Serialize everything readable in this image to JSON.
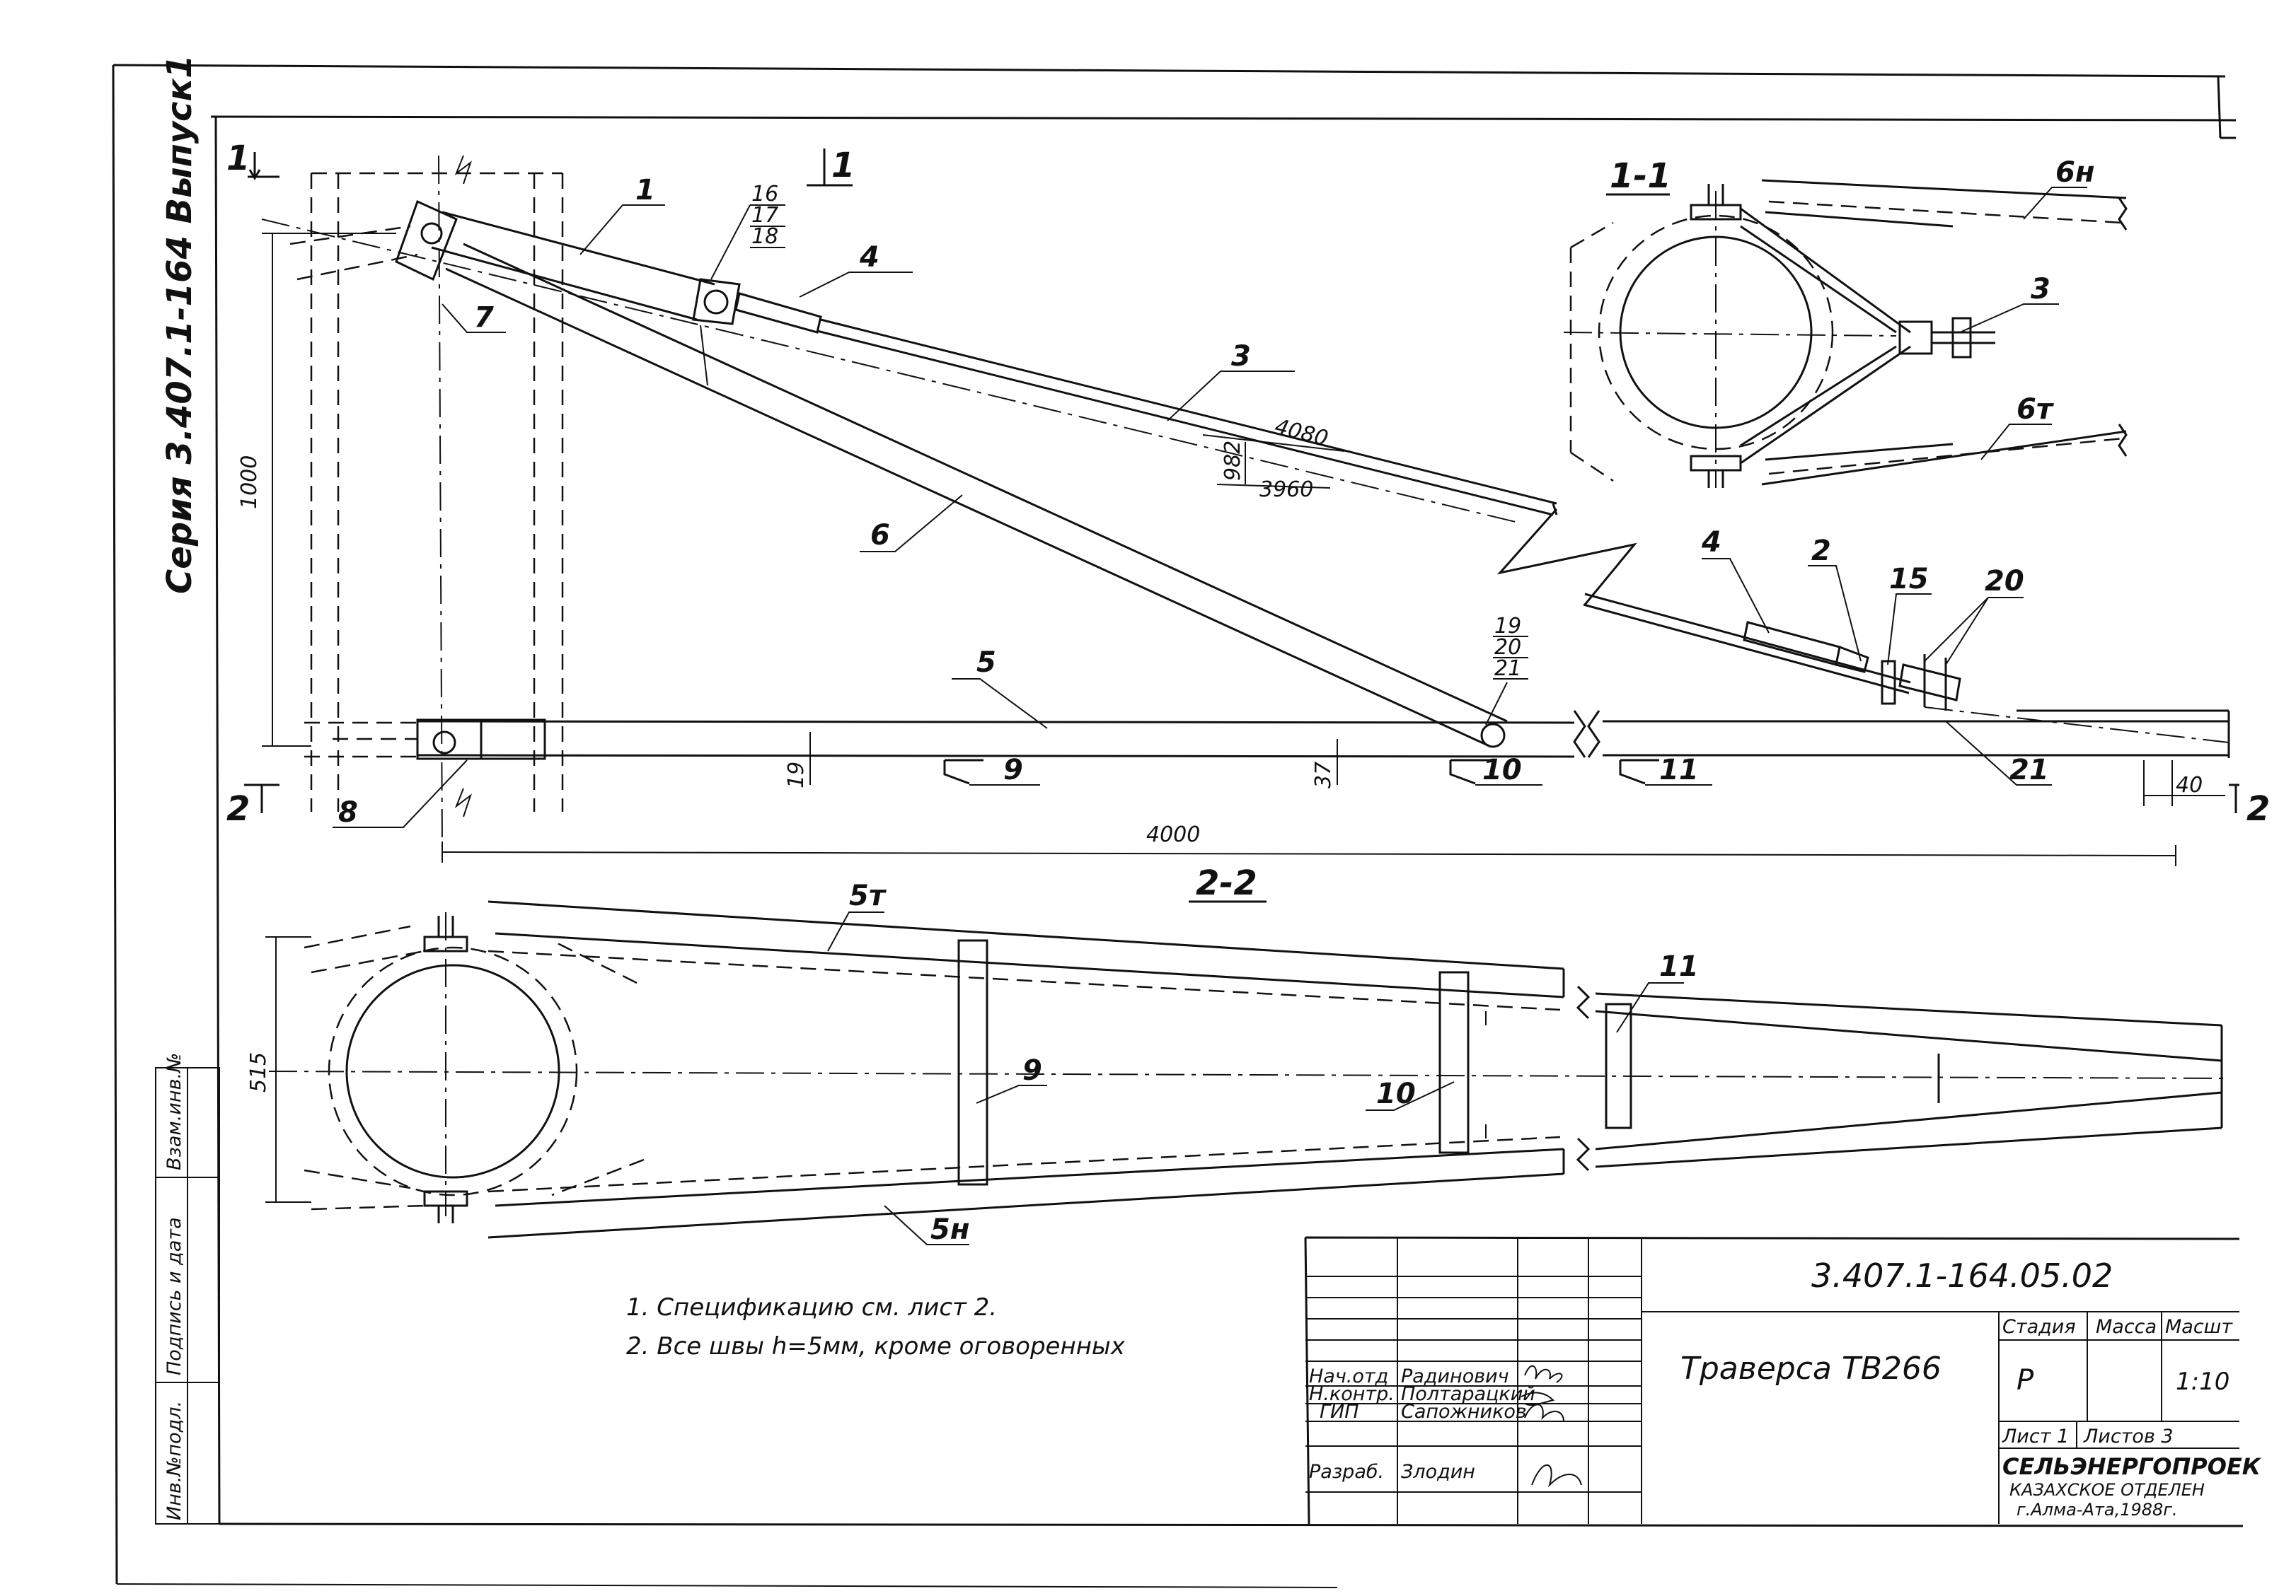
{
  "sheet": {
    "series_label": "Серия 3.407.1-164 Выпуск1",
    "doc_code": "3.407.1-164.05.02",
    "title": "Траверса ТВ266",
    "organization": [
      "СЕЛЬЭНЕРГОПРОЕК",
      "КАЗАХСКОЕ ОТДЕЛЕН",
      "г.Алма-Ата,1988г."
    ]
  },
  "section_labels": {
    "cut1_mark": "1",
    "cut2_mark": "2",
    "section_1_1": "1-1",
    "section_2_2": "2-2"
  },
  "part_labels": {
    "p1": "1",
    "p2": "2",
    "p3": "3",
    "p4": "4",
    "p5": "5",
    "p6": "6",
    "p7": "7",
    "p8": "8",
    "p9": "9",
    "p10": "10",
    "p11": "11",
    "p15": "15",
    "p16": "16",
    "p17": "17",
    "p18": "18",
    "p19": "19",
    "p20": "20",
    "p21": "21",
    "p6n": "6н",
    "p6t": "6т",
    "p5t": "5т",
    "p5n": "5н"
  },
  "dimensions": {
    "d4080": "4080",
    "d3960": "3960",
    "d982": "982",
    "d1000": "1000",
    "d4000": "4000",
    "d19": "19",
    "d37": "37",
    "d40": "40",
    "d515": "515"
  },
  "notes": [
    "1. Спецификацию см. лист 2.",
    "2. Все швы h=5мм, кроме оговоренных"
  ],
  "side_stamp": [
    "Инв.№подл.",
    "Подпись и дата",
    "Взам.инв.№"
  ],
  "title_block": {
    "roles": [
      "Нач.отд",
      "Н.контр.",
      "ГИП",
      "Разраб."
    ],
    "names": [
      "Радинович",
      "Полтарацкий",
      "Сапожников",
      "Злодин"
    ],
    "headers": [
      "Стадия",
      "Масса",
      "Масшт"
    ],
    "stage": "Р",
    "scale": "1:10",
    "sheet": "Лист 1",
    "sheets": "Листов 3"
  }
}
